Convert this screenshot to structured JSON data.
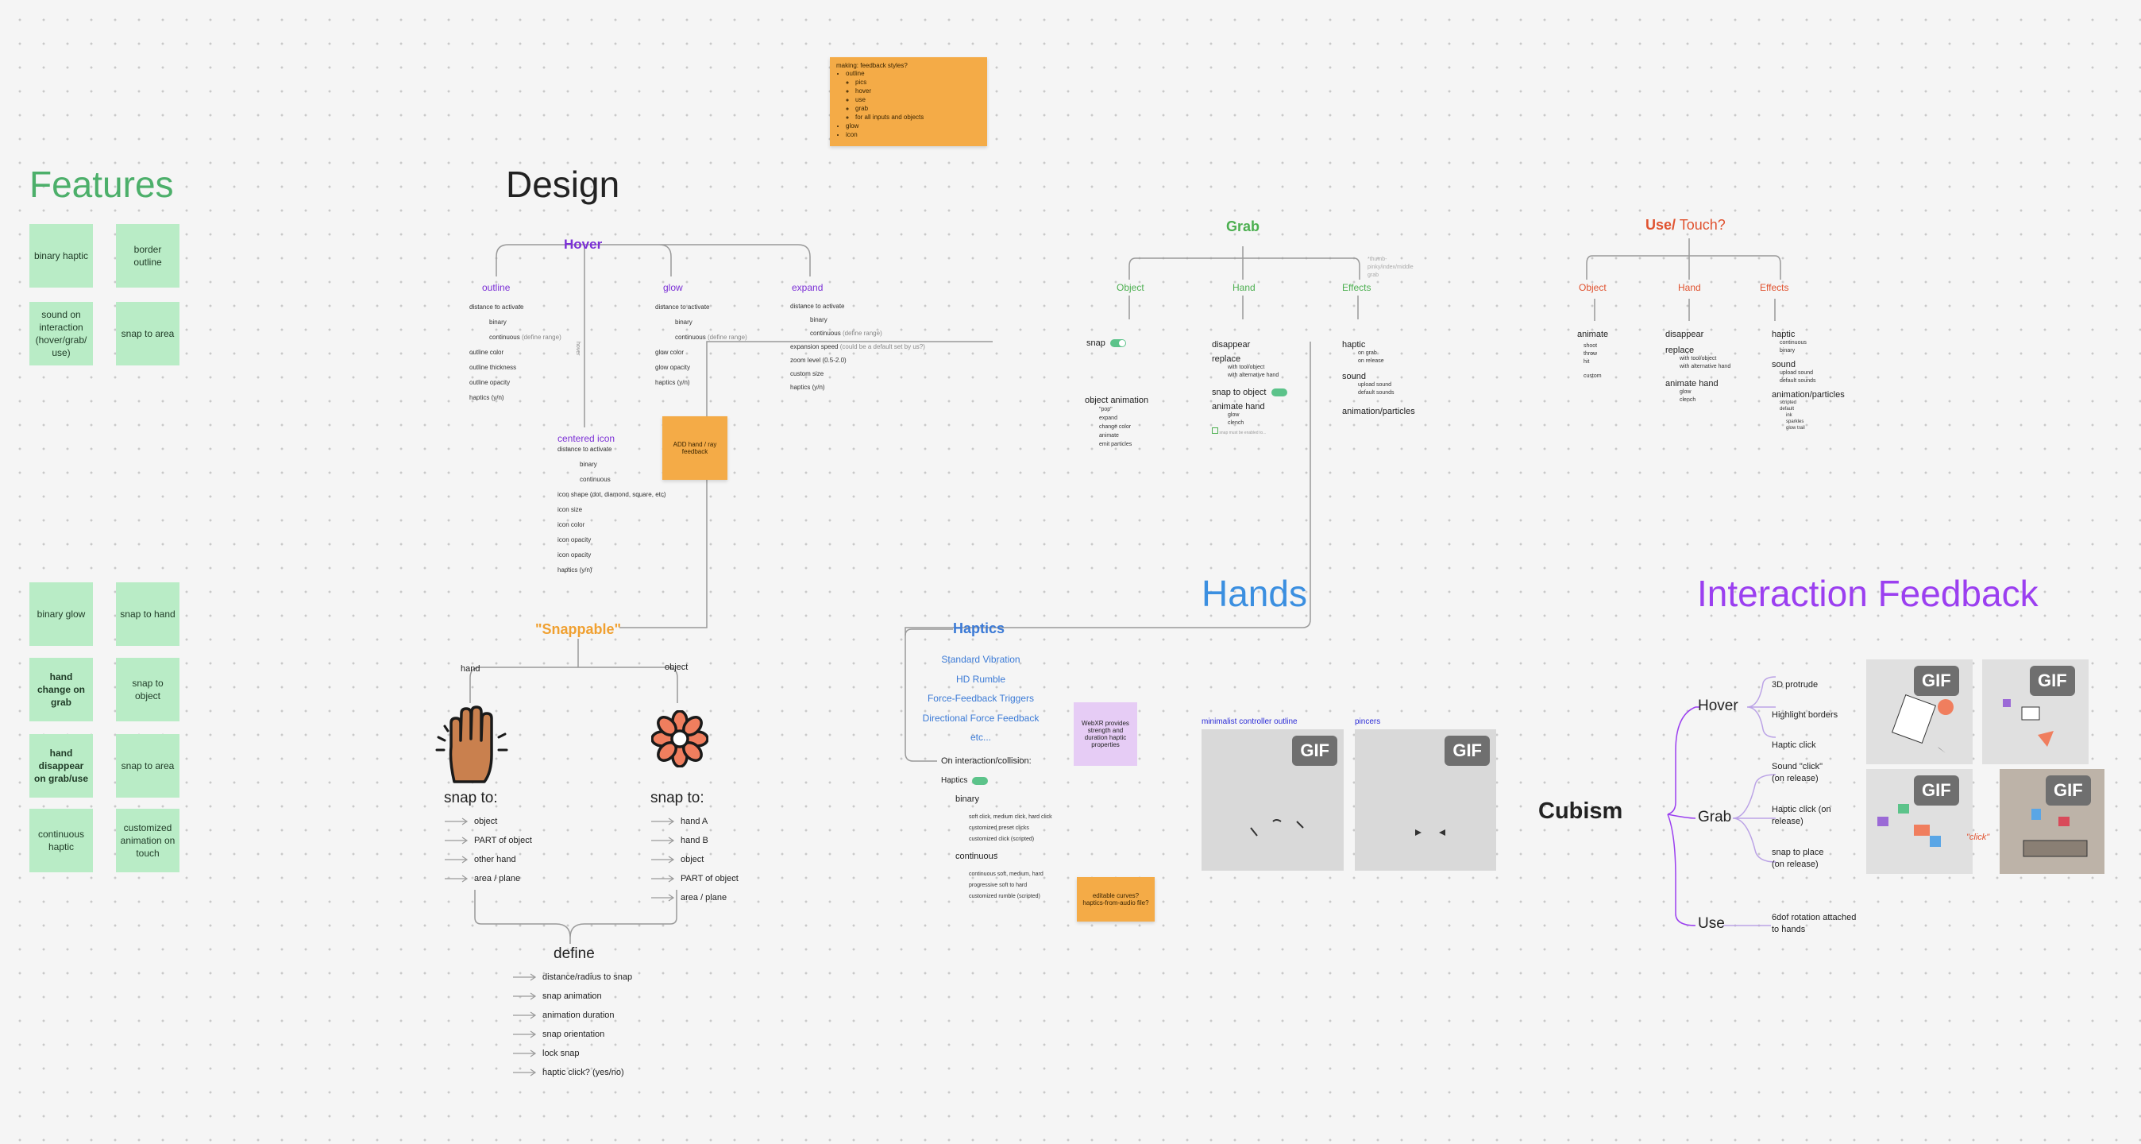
{
  "colors": {
    "features": "#4caf6a",
    "hover": "#7b2fd6",
    "grab": "#4caf50",
    "use": "#e0522f",
    "hands": "#3b8fe0",
    "haptics": "#3b7ad6",
    "snappable": "#f0a030",
    "interaction": "#9b3ff0",
    "card": "#b9ecc6",
    "sticky": "#f4ab47",
    "lavender": "#e6ccf5"
  },
  "titles": {
    "features": "Features",
    "design": "Design",
    "hands": "Hands",
    "interaction": "Interaction Feedback",
    "cubism": "Cubism"
  },
  "top_sticky": {
    "title": "making: feedback styles?",
    "items": [
      "outline",
      "pics",
      "hover",
      "use",
      "grab",
      "for all inputs and objects",
      "glow",
      "icon"
    ]
  },
  "features_top": [
    [
      "binary haptic",
      "border outline"
    ],
    [
      "sound on interaction (hover/grab/ use)",
      "snap to area"
    ]
  ],
  "features_bottom": [
    [
      "binary glow",
      "snap to hand"
    ],
    [
      "hand change on grab",
      "snap to object"
    ],
    [
      "hand disappear on grab/use",
      "snap to area"
    ],
    [
      "continuous haptic",
      "customized animation on touch"
    ]
  ],
  "hover": {
    "title": "Hover",
    "outline": {
      "label": "outline",
      "items": [
        "distance to activate",
        "binary",
        "continuous",
        "(define range)",
        "outline color",
        "outline thickness",
        "outline opacity",
        "haptics (y/n)"
      ]
    },
    "glow": {
      "label": "glow",
      "items": [
        "distance to activate",
        "binary",
        "continuous",
        "(define range)",
        "glow color",
        "glow opacity",
        "haptics (y/n)"
      ]
    },
    "expand": {
      "label": "expand",
      "items": [
        "distance to activate",
        "binary",
        "continuous",
        "(define range)",
        "expansion speed",
        "(could be a default set by us?)",
        "zoom level (0.5-2.0)",
        "custom size",
        "haptics (y/n)"
      ]
    },
    "vertical": "hover",
    "sticky": "ADD hand / ray feedback",
    "icon": {
      "label": "centered icon",
      "items": [
        "distance to activate",
        "binary",
        "continuous",
        "icon shape (dot, diamond, square, etc)",
        "icon size",
        "icon color",
        "icon opacity",
        "icon opacity",
        "haptics (y/n)"
      ]
    }
  },
  "grab": {
    "title": "Grab",
    "cols": [
      "Object",
      "Hand",
      "Effects"
    ],
    "note": "*thumb-pinky/index/middle grab",
    "snap": "snap",
    "objanim": {
      "title": "object animation",
      "items": [
        "\"pop\"",
        "expand",
        "change color",
        "animate",
        "emit particles"
      ]
    },
    "hand": {
      "disappear": "disappear",
      "replace": "replace",
      "replace_items": [
        "with tool/object",
        "with alternative hand"
      ],
      "snap_to_object": "snap to object",
      "animate": "animate hand",
      "animate_items": [
        "glow",
        "clench"
      ],
      "check": "snap must be enabled to... "
    },
    "effects": {
      "haptic": "haptic",
      "haptic_items": [
        "on grab",
        "on release"
      ],
      "sound": "sound",
      "sound_items": [
        "upload sound",
        "default sounds"
      ],
      "anim": "animation/particles"
    }
  },
  "use": {
    "title_a": "Use/",
    "title_b": " Touch?",
    "cols": [
      "Object",
      "Hand",
      "Effects"
    ],
    "object": {
      "animate": "animate",
      "items": [
        "shoot",
        "throw",
        "hit",
        "custom"
      ]
    },
    "hand": {
      "disappear": "disappear",
      "replace": "replace",
      "replace_items": [
        "with tool/object",
        "with alternative hand"
      ],
      "animate": "animate hand",
      "animate_items": [
        "glow",
        "clench"
      ]
    },
    "effects": {
      "haptic": "haptic",
      "haptic_items": [
        "continuous",
        "binary"
      ],
      "sound": "sound",
      "sound_items": [
        "upload sound",
        "default sounds"
      ],
      "anim": "animation/particles",
      "anim_items": [
        "scripted",
        "default",
        "ink",
        "sparkles",
        "glow trail"
      ]
    }
  },
  "snappable": {
    "title": "\"Snappable\"",
    "left": "hand",
    "right": "object",
    "snap_to": "snap to:",
    "left_items": [
      "object",
      "PART of object",
      "other hand",
      "area / plane"
    ],
    "right_items": [
      "hand A",
      "hand B",
      "object",
      "PART of object",
      "area / plane"
    ],
    "define": "define",
    "define_items": [
      "distance/radius to snap",
      "snap animation",
      "animation duration",
      "snap orientation",
      "lock snap",
      "haptic click? (yes/no)"
    ]
  },
  "haptics": {
    "title": "Haptics",
    "types": [
      "Standard Vibration",
      "HD Rumble",
      "Force-Feedback Triggers",
      "Directional Force Feedback",
      "etc..."
    ],
    "webxr": "WebXR provides strength and duration haptic properties",
    "on": "On interaction/collision:",
    "toggle": "Haptics",
    "binary": "binary",
    "binary_items": [
      "soft click, medium click, hard click",
      "customized preset clicks",
      "customized click (scripted)"
    ],
    "continuous": "continuous",
    "cont_items": [
      "continuous soft, medium, hard",
      "progressive soft to hard",
      "customized rumble (scripted)"
    ],
    "sticky": "editable curves? haptics-from-audio file?"
  },
  "hands": {
    "left_label": "minimalist controller outline",
    "right_label": "pincers",
    "gif": "GIF"
  },
  "interaction": {
    "hover": "Hover",
    "grab": "Grab",
    "use": "Use",
    "hover_items": [
      "3D protrude",
      "Highlight borders",
      "Haptic click"
    ],
    "grab_items": [
      "Sound \"click\" (on release)",
      "Haptic click (on release)",
      "snap to place (on release)"
    ],
    "use_items": [
      "6dof rotation attached to hands"
    ],
    "click": "\"click\"",
    "gif": "GIF"
  }
}
